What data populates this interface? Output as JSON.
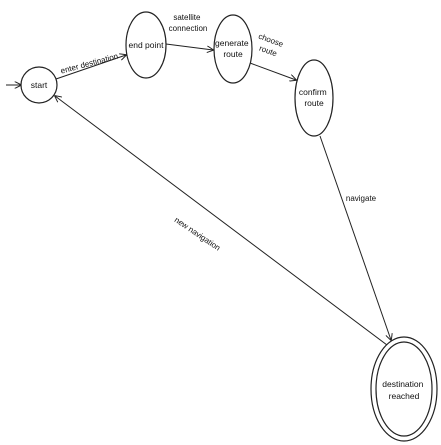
{
  "diagram": {
    "type": "state-diagram",
    "states": [
      {
        "id": "start",
        "lines": [
          "start"
        ],
        "final": false,
        "initial": true
      },
      {
        "id": "endpoint",
        "lines": [
          "end point"
        ],
        "final": false,
        "initial": false
      },
      {
        "id": "generate",
        "lines": [
          "generate",
          "route"
        ],
        "final": false,
        "initial": false
      },
      {
        "id": "confirm",
        "lines": [
          "confirm",
          "route"
        ],
        "final": false,
        "initial": false
      },
      {
        "id": "reached",
        "lines": [
          "destination",
          "reached"
        ],
        "final": true,
        "initial": false
      }
    ],
    "transitions": [
      {
        "from": "start",
        "to": "endpoint",
        "lines": [
          "enter destination"
        ]
      },
      {
        "from": "endpoint",
        "to": "generate",
        "lines": [
          "satellite",
          "connection"
        ]
      },
      {
        "from": "generate",
        "to": "confirm",
        "lines": [
          "choose",
          "route"
        ]
      },
      {
        "from": "confirm",
        "to": "reached",
        "lines": [
          "navigate"
        ]
      },
      {
        "from": "reached",
        "to": "start",
        "lines": [
          "new navigation"
        ]
      }
    ]
  }
}
